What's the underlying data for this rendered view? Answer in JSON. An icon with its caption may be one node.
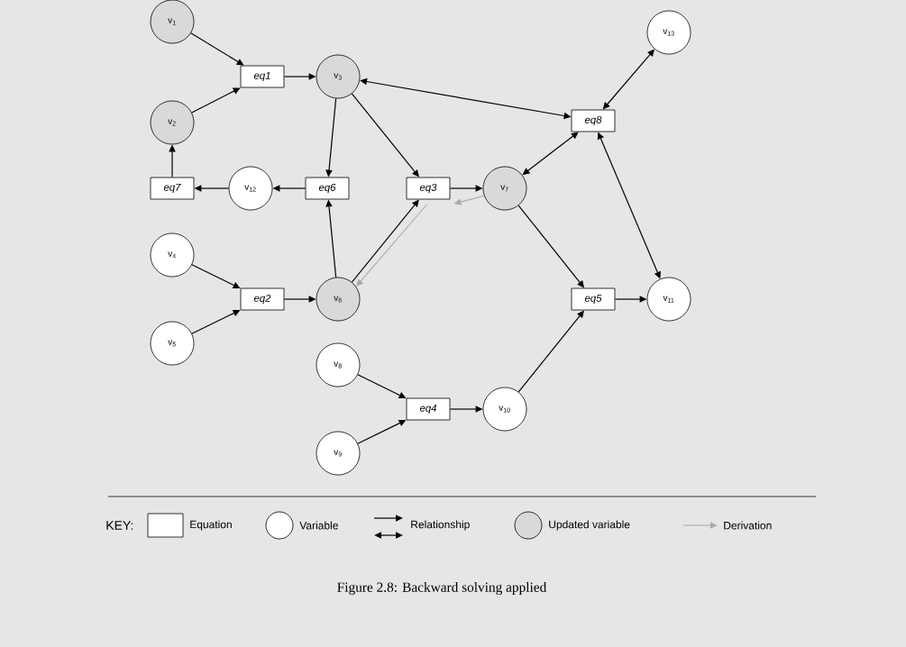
{
  "diagram": {
    "caption": "Figure 2.8: Backward solving applied",
    "nodes": [
      {
        "text": [
          "v$_{1}$"
        ]
      },
      {
        "text": [
          "v$_{2}$"
        ]
      },
      {
        "text": [
          "eq1"
        ]
      },
      {
        "text": [
          "v$_{3}$"
        ]
      },
      {
        "text": [
          "eq8"
        ]
      },
      {
        "text": [
          "v$_{13}$"
        ]
      },
      {
        "text": [
          "eq7"
        ]
      },
      {
        "text": [
          "v$_{12}$"
        ]
      },
      {
        "text": [
          "eq6"
        ]
      },
      {
        "text": [
          "eq3"
        ]
      },
      {
        "text": [
          "v$_{7}$"
        ]
      },
      {
        "text": [
          "v$_{4}$"
        ]
      },
      {
        "text": [
          "eq2"
        ]
      },
      {
        "text": [
          "v$_{6}$"
        ]
      },
      {
        "text": [
          "v$_{5}$"
        ]
      },
      {
        "text": [
          "eq5"
        ]
      },
      {
        "text": [
          "v$_{11}$"
        ]
      },
      {
        "text": [
          "v$_{8}$"
        ]
      },
      {
        "text": [
          "eq4"
        ]
      },
      {
        "text": [
          "v$_{10}$"
        ]
      },
      {
        "text": [
          "v$_{9}$"
        ]
      }
    ],
    "edges": [
      {
        "from": 0,
        "to": 2,
        "arrow": "to"
      },
      {
        "from": 1,
        "to": 2,
        "arrow": "to"
      },
      {
        "from": 2,
        "to": 3,
        "arrow": "to"
      },
      {
        "from": 3,
        "to": 4,
        "arrow": "both"
      },
      {
        "from": 4,
        "to": 5,
        "arrow": "both"
      },
      {
        "from": 6,
        "to": 1,
        "arrow": "to"
      },
      {
        "from": 7,
        "to": 6,
        "arrow": "to"
      },
      {
        "from": 8,
        "to": 7,
        "arrow": "to"
      },
      {
        "from": 3,
        "to": 8,
        "arrow": "to"
      },
      {
        "from": 3,
        "to": 9,
        "arrow": "to"
      },
      {
        "from": 9,
        "to": 10,
        "arrow": "to"
      },
      {
        "from": 10,
        "to": 4,
        "arrow": "both"
      },
      {
        "from": 4,
        "to": 16,
        "arrow": "both"
      },
      {
        "from": 13,
        "to": 8,
        "arrow": "to"
      },
      {
        "from": 13,
        "to": 9,
        "arrow": "to"
      },
      {
        "from": 10,
        "to": 15,
        "arrow": "to"
      },
      {
        "from": 15,
        "to": 16,
        "arrow": "to"
      },
      {
        "from": 11,
        "to": 12,
        "arrow": "to"
      },
      {
        "from": 14,
        "to": 12,
        "arrow": "to"
      },
      {
        "from": 12,
        "to": 13,
        "arrow": "to"
      },
      {
        "from": 17,
        "to": 18,
        "arrow": "to"
      },
      {
        "from": 20,
        "to": 18,
        "arrow": "to"
      },
      {
        "from": 18,
        "to": 19,
        "arrow": "to"
      },
      {
        "from": 19,
        "to": 15,
        "arrow": "to"
      },
      {
        "from": 10,
        "to": 9,
        "arrow": "to",
        "color": "#aaaaaa"
      },
      {
        "from": 9,
        "to": 13,
        "arrow": "to",
        "color": "#aaaaaa"
      }
    ],
    "labels": [
      "KEY:"
    ],
    "legend": [
      {
        "text": "Equation"
      },
      {
        "text": "Variable",
        "color": "#ffffff"
      },
      {
        "text": "Relationship"
      },
      {
        "text": "Updated variable",
        "color": "#d9d9d9"
      },
      {
        "text": "Derivation"
      }
    ]
  }
}
